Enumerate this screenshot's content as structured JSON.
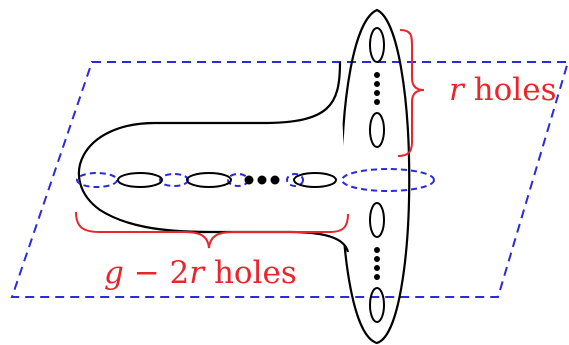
{
  "labels": {
    "right_holes": {
      "var": "r",
      "text": " holes"
    },
    "bottom_holes": {
      "var_g": "g",
      "minus": " − 2",
      "var_r": "r",
      "text": " holes"
    }
  },
  "colors": {
    "plane": "#2b2bdc",
    "surface": "#000000",
    "annotation": "#e8262b"
  }
}
